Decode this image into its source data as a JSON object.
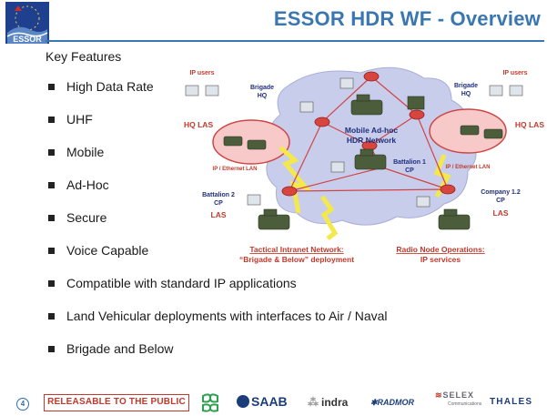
{
  "header": {
    "title": "ESSOR HDR WF - Overview",
    "logo_text": "ESSOR"
  },
  "content": {
    "heading": "Key Features",
    "features": [
      "High Data Rate",
      "UHF",
      "Mobile",
      "Ad-Hoc",
      "Secure",
      "Voice Capable",
      "Compatible with standard IP applications",
      "Land Vehicular deployments with interfaces to Air / Naval",
      "Brigade and Below"
    ]
  },
  "diagram": {
    "ip_users_left": "IP users",
    "ip_users_right": "IP users",
    "brigade_hq_left": [
      "Brigade",
      "HQ"
    ],
    "brigade_hq_right": [
      "Brigade",
      "HQ"
    ],
    "hq_las_left": "HQ LAS",
    "hq_las_right": "HQ LAS",
    "lan_left": "IP / Ethernet LAN",
    "lan_right": "IP / Ethernet LAN",
    "network": [
      "Mobile Ad-hoc",
      "HDR Network"
    ],
    "battalion1": [
      "Battalion 1",
      "CP"
    ],
    "battalion2": [
      "Battalion 2",
      "CP"
    ],
    "battalion2_las": "LAS",
    "company": [
      "Company 1.2",
      "CP"
    ],
    "company_las": "LAS",
    "tactical_title": "Tactical Intranet Network:",
    "tactical_sub": "“Brigade & Below” deployment",
    "radio_title": "Radio Node Operations:",
    "radio_sub": "IP services"
  },
  "footer": {
    "page_number": "4",
    "release": "RELEASABLE TO THE PUBLIC",
    "partners": [
      "SAAB",
      "indra",
      "RADMOR",
      "SELEX",
      "THALES"
    ],
    "selex_sub": "Communications"
  },
  "colors": {
    "title": "#3a77b0",
    "accent_red": "#c0392b",
    "cloud": "#c9cdec",
    "hq_ellipse": "#f7c9c9",
    "yellow_link": "#f4e94a",
    "green_logo": "#2e9e4f"
  }
}
